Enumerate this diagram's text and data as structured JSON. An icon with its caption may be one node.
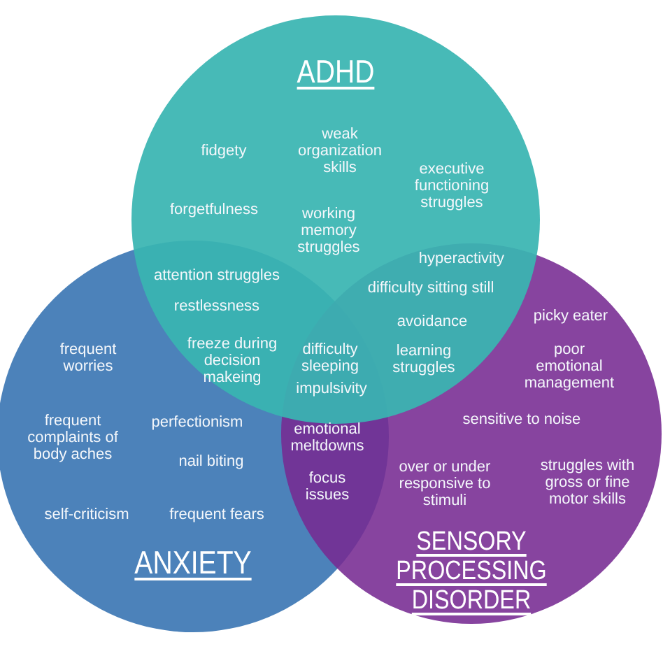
{
  "diagram": {
    "nodes": [
      {
        "text": [
          "ADHD"
        ]
      },
      {
        "text": [
          "ANXIETY"
        ]
      },
      {
        "text": [
          "SENSORY PROCESSING DISORDER"
        ]
      }
    ],
    "labels": [
      "fidgety",
      "weak organization skills",
      "executive functioning struggles",
      "forgetfulness",
      "working memory struggles",
      "hyperactivity",
      "attention struggles",
      "difficulty sitting still",
      "restlessness",
      "avoidance",
      "picky eater",
      "frequent worries",
      "freeze during decision makeing",
      "difficulty sleeping",
      "learning struggles",
      "poor emotional management",
      "impulsivity",
      "perfectionism",
      "sensitive to noise",
      "frequent complaints of body aches",
      "emotional meltdowns",
      "nail biting",
      "focus issues",
      "over or under responsive to stimuli",
      "struggles with gross or fine motor skills",
      "self-criticism",
      "frequent fears"
    ]
  }
}
